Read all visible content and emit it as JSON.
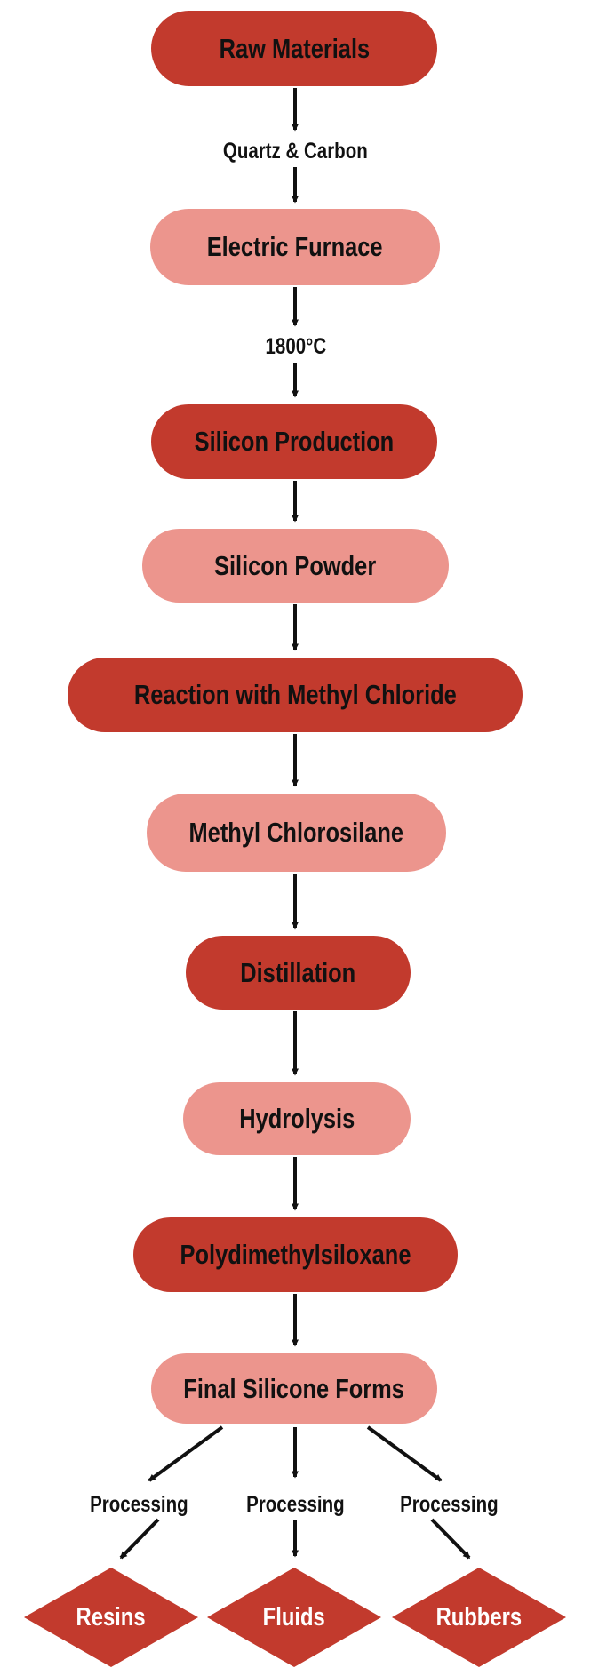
{
  "colors": {
    "node_dark": "#C23A2D",
    "node_light": "#EC958D",
    "text": "#111111",
    "diamond_text": "#FFFFFF",
    "arrow": "#111111",
    "background": "#FFFFFF"
  },
  "flowchart": {
    "nodes": [
      {
        "id": "raw-materials",
        "label": "Raw Materials",
        "variant": "dark"
      },
      {
        "id": "electric-furnace",
        "label": "Electric Furnace",
        "variant": "light"
      },
      {
        "id": "silicon-production",
        "label": "Silicon Production",
        "variant": "dark"
      },
      {
        "id": "silicon-powder",
        "label": "Silicon Powder",
        "variant": "light"
      },
      {
        "id": "reaction-with-methyl-chloride",
        "label": "Reaction with Methyl Chloride",
        "variant": "dark"
      },
      {
        "id": "methyl-chlorosilane",
        "label": "Methyl Chlorosilane",
        "variant": "light"
      },
      {
        "id": "distillation",
        "label": "Distillation",
        "variant": "dark"
      },
      {
        "id": "hydrolysis",
        "label": "Hydrolysis",
        "variant": "light"
      },
      {
        "id": "polydimethylsiloxane",
        "label": "Polydimethylsiloxane",
        "variant": "dark"
      },
      {
        "id": "final-silicone-forms",
        "label": "Final Silicone Forms",
        "variant": "light"
      }
    ],
    "edge_labels": {
      "quartz_carbon": "Quartz & Carbon",
      "temperature": "1800°C",
      "processing_left": "Processing",
      "processing_center": "Processing",
      "processing_right": "Processing"
    },
    "terminals": [
      {
        "id": "resins",
        "label": "Resins"
      },
      {
        "id": "fluids",
        "label": "Fluids"
      },
      {
        "id": "rubbers",
        "label": "Rubbers"
      }
    ]
  }
}
